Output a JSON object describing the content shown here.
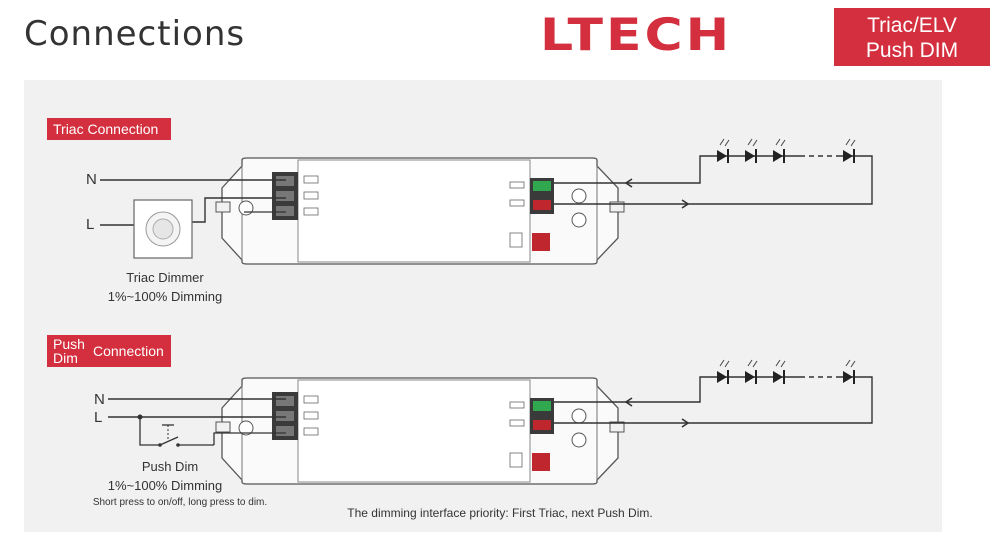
{
  "header": {
    "title": "Connections",
    "brand": "LTECH",
    "badge_line1": "Triac/ELV",
    "badge_line2": "Push DIM"
  },
  "sections": {
    "triac": {
      "tag": "Triac Connection",
      "terminal_n": "N",
      "terminal_l": "L",
      "dimmer_name": "Triac Dimmer",
      "dimmer_range": "1%~100% Dimming"
    },
    "push": {
      "tag_line1": "Push",
      "tag_line2": "Dim",
      "tag_word": "Connection",
      "terminal_n": "N",
      "terminal_l": "L",
      "dimmer_name": "Push Dim",
      "dimmer_range": "1%~100% Dimming",
      "dimmer_note": "Short press to on/off, long press to dim."
    }
  },
  "footer_note": "The dimming interface priority: First Triac, next Push Dim.",
  "colors": {
    "accent": "#d32f3e",
    "panel": "#f1f1f1",
    "line": "#333333"
  }
}
